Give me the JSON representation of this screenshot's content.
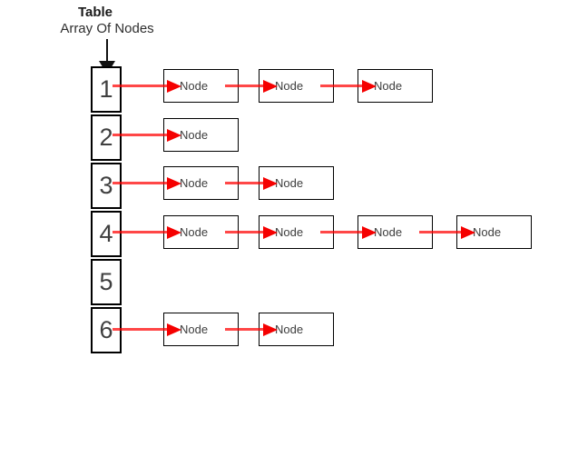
{
  "header": {
    "title": "Table",
    "subtitle": "Array Of Nodes"
  },
  "labels": {
    "node": "Node"
  },
  "array": {
    "cells": [
      {
        "label": "1"
      },
      {
        "label": "2"
      },
      {
        "label": "3"
      },
      {
        "label": "4"
      },
      {
        "label": "5"
      },
      {
        "label": "6"
      }
    ]
  },
  "structure": {
    "description": "hash table with separate chaining",
    "buckets": [
      {
        "index": "1",
        "chain_length": 3
      },
      {
        "index": "2",
        "chain_length": 1
      },
      {
        "index": "3",
        "chain_length": 2
      },
      {
        "index": "4",
        "chain_length": 4
      },
      {
        "index": "5",
        "chain_length": 0
      },
      {
        "index": "6",
        "chain_length": 2
      }
    ]
  },
  "colors": {
    "background": "#ffffff",
    "box_border": "#000000",
    "arrow_red": "#ff0000",
    "pointer_black": "#111111",
    "text_gray": "#3f3f3f"
  }
}
